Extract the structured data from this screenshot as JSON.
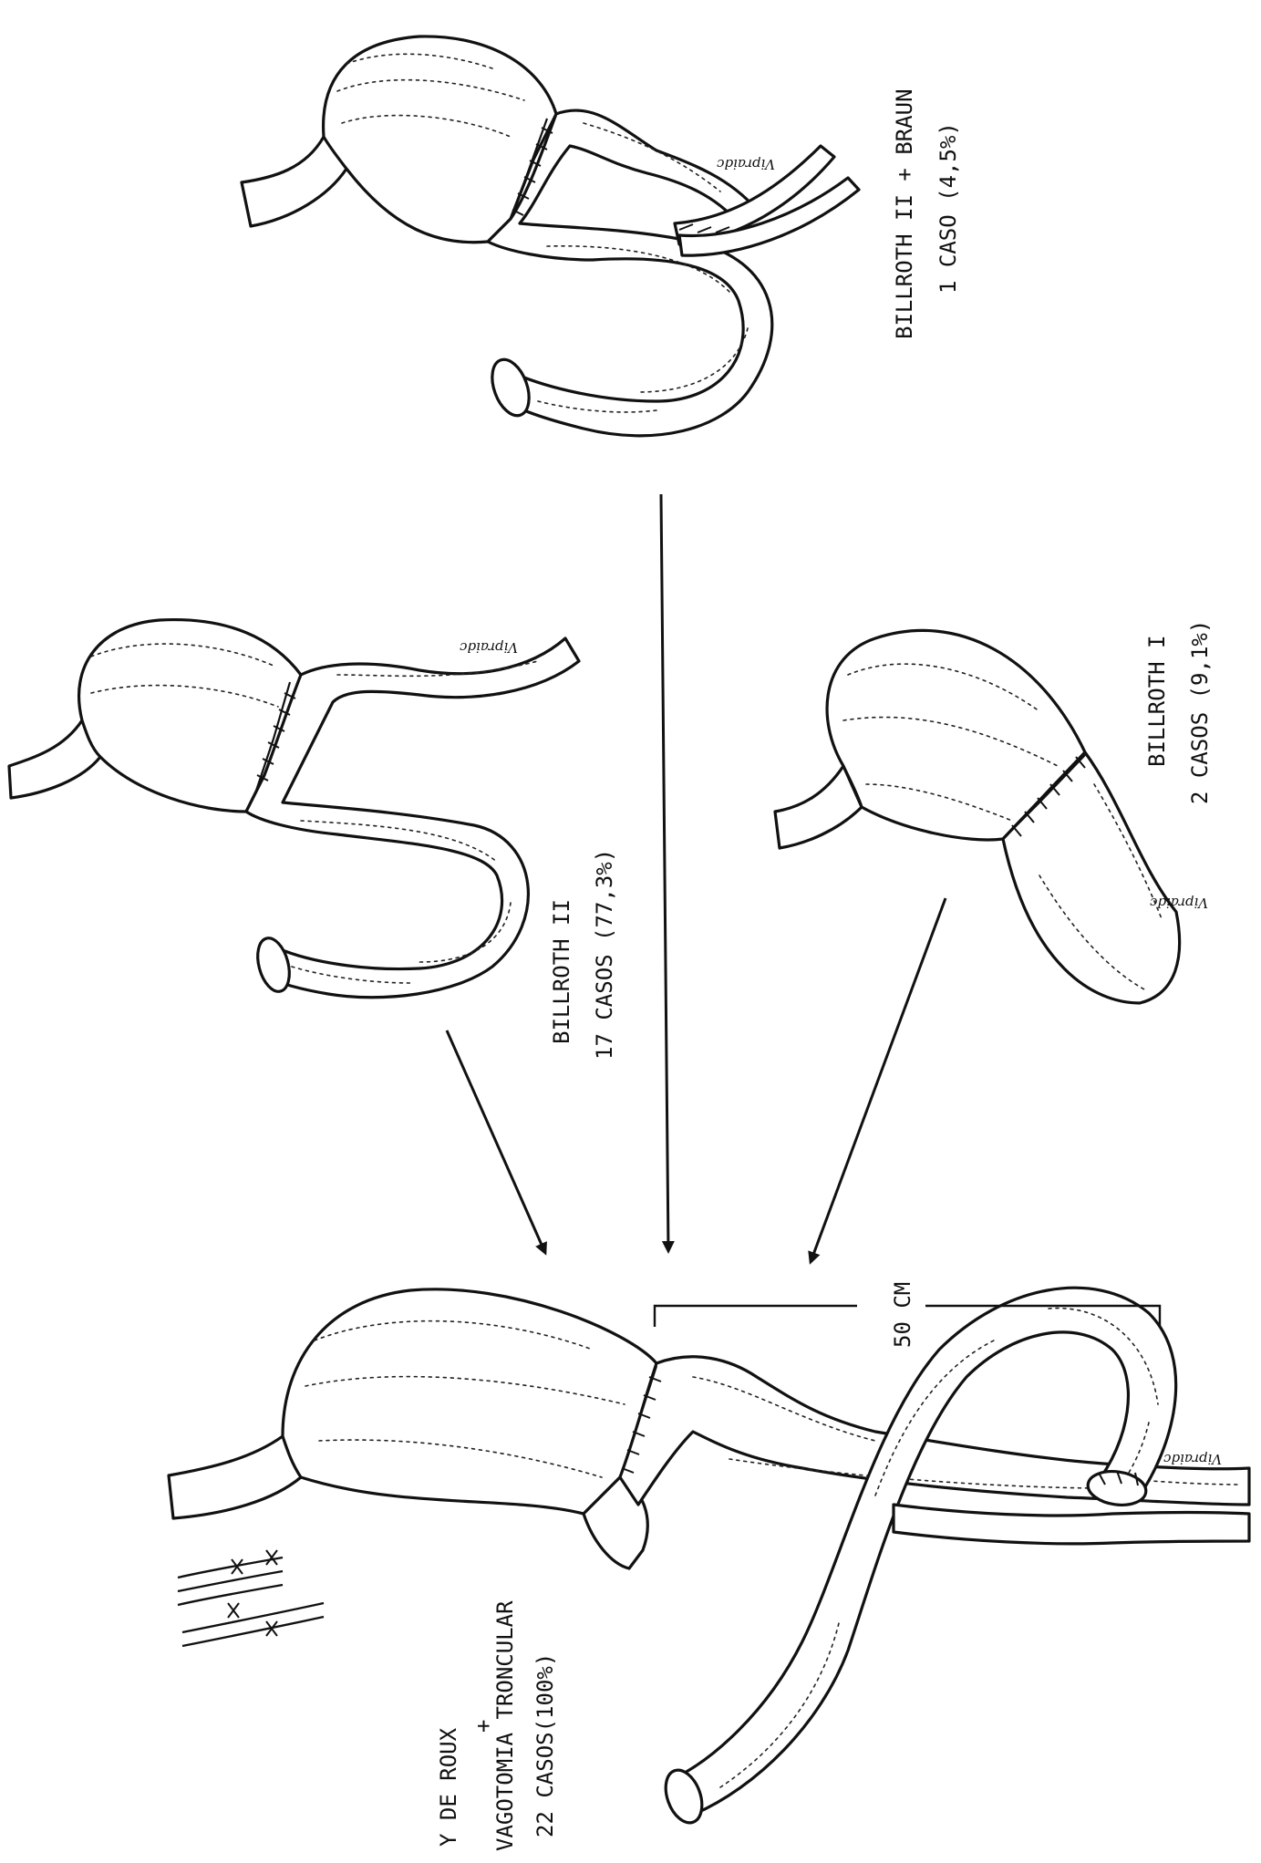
{
  "signature": "Vipraidc",
  "procedures": {
    "braun": {
      "line1": "BILLROTH II + BRAUN",
      "line2": "1 CASO (4,5%)"
    },
    "billroth2": {
      "line1": "BILLROTH II",
      "line2": "17 CASOS (77,3%)"
    },
    "billroth1": {
      "line1": "BILLROTH I",
      "line2": "2 CASOS (9,1%)"
    },
    "roux": {
      "line1": "Y DE ROUX",
      "line2": "+",
      "line3": "VAGOTOMIA TRONCULAR",
      "line4": "22 CASOS(100%)"
    }
  },
  "measurement": "50 CM"
}
